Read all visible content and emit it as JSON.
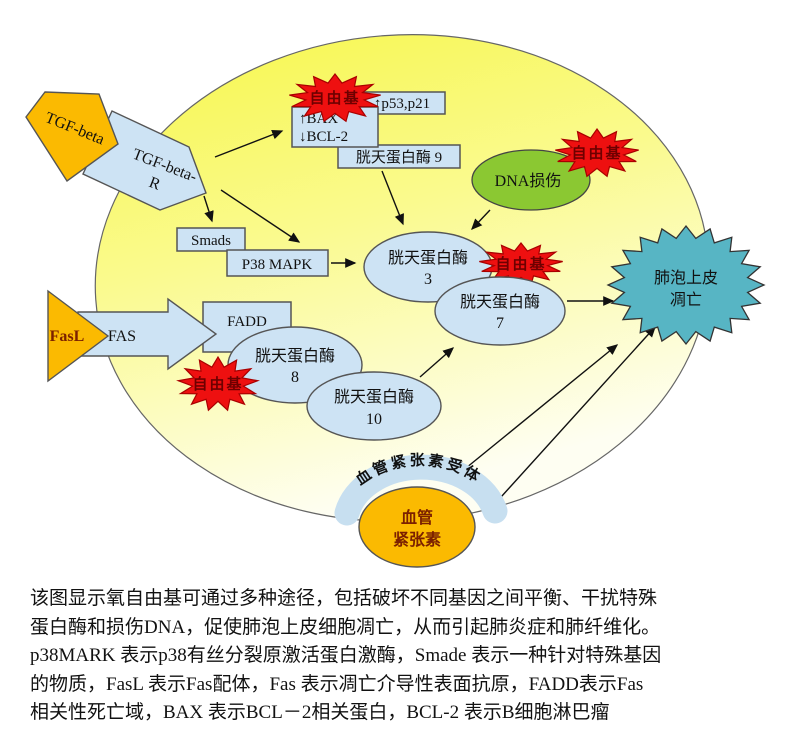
{
  "diagram": {
    "tgf_beta": "TGF-beta",
    "tgf_beta_r": {
      "line1": "TGF-beta-",
      "line2": "R"
    },
    "free_radical": "自由基",
    "p53_box": "↑p53,p21",
    "bax_box": {
      "line1": "↑BAX",
      "line2": "↓BCL-2"
    },
    "caspase9_box": "胱天蛋白酶 9",
    "dna_damage": "DNA损伤",
    "smads_box": "Smads",
    "p38_box": "P38 MAPK",
    "caspase3": {
      "name": "胱天蛋白酶",
      "num": "3"
    },
    "caspase7": {
      "name": "胱天蛋白酶",
      "num": "7"
    },
    "caspase8": {
      "name": "胱天蛋白酶",
      "num": "8"
    },
    "caspase10": {
      "name": "胱天蛋白酶",
      "num": "10"
    },
    "fasl": "FasL",
    "fas": "FAS",
    "fadd": "FADD",
    "apoptosis_star": {
      "line1": "肺泡上皮",
      "line2": "凋亡"
    },
    "receptor_arc": "血管紧张素受体",
    "angiotensin": {
      "line1": "血管",
      "line2": "紧张素"
    },
    "colors": {
      "cell_yellow_top": "#F7F74E",
      "cell_yellow_bottom": "#FEFEF2",
      "node_blue": "#CDE3F4",
      "radical_red": "#EE1010",
      "radical_text": "#6E0000",
      "dna_green": "#8BC832",
      "apoptosis_teal": "#57B5C4",
      "orange": "#FBBA01"
    }
  },
  "caption": {
    "lines": [
      "该图显示氧自由基可通过多种途径，包括破坏不同基因之间平衡、干扰特殊",
      "蛋白酶和损伤DNA，促使肺泡上皮细胞凋亡，从而引起肺炎症和肺纤维化。",
      "p38MARK 表示p38有丝分裂原激活蛋白激酶，Smade 表示一种针对特殊基因",
      "的物质，FasL 表示Fas配体，Fas 表示凋亡介导性表面抗原，FADD表示Fas",
      "相关性死亡域，BAX 表示BCL－2相关蛋白，BCL-2 表示B细胞淋巴瘤"
    ]
  }
}
